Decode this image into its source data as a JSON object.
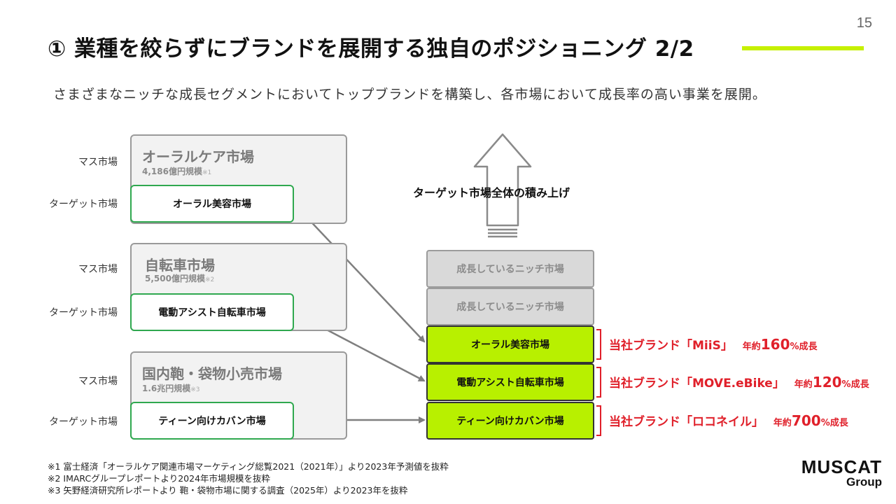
{
  "page_number": "15",
  "title": "① 業種を絞らずにブランドを展開する独自のポジショニング 2/2",
  "subtitle": "さまざまなニッチな成長セグメントにおいてトップブランドを構築し、各市場において成長率の高い事業を展開。",
  "colors": {
    "accent": "#c6f000",
    "green_box": "#b8f000",
    "target_border": "#2fa84f",
    "brand_red": "#e0202a"
  },
  "labels": {
    "mass": "マス市場",
    "target": "ターゲット市場"
  },
  "markets": [
    {
      "mass_name": "オーラルケア市場",
      "mass_size": "4,186億円規模",
      "note": "※1",
      "target": "オーラル美容市場"
    },
    {
      "mass_name": "自転車市場",
      "mass_size": "5,500億円規模",
      "note": "※2",
      "target": "電動アシスト自転車市場"
    },
    {
      "mass_name": "国内鞄・袋物小売市場",
      "mass_size": "1.6兆円規模",
      "note": "※3",
      "target": "ティーン向けカバン市場"
    }
  ],
  "stack": {
    "caption": "ターゲット市場全体の積み上げ",
    "arrow_icon": "up-arrow-icon",
    "grey": [
      "成長しているニッチ市場",
      "成長しているニッチ市場"
    ],
    "green": [
      "オーラル美容市場",
      "電動アシスト自転車市場",
      "ティーン向けカバン市場"
    ]
  },
  "brands": [
    {
      "prefix": "当社ブランド「MiiS」",
      "year": "年約",
      "rate": "160",
      "unit": "%",
      "suffix": "成長"
    },
    {
      "prefix": "当社ブランド「MOVE.eBike」",
      "year": "年約",
      "rate": "120",
      "unit": "%",
      "suffix": "成長"
    },
    {
      "prefix": "当社ブランド「ロコネイル」",
      "year": "年約",
      "rate": "700",
      "unit": "%",
      "suffix": "成長"
    }
  ],
  "footnotes": [
    "※1 富士経済「オーラルケア関連市場マーケティング総覧2021（2021年）」より2023年予測値を抜粋",
    "※2 IMARCグループレポートより2024年市場規模を抜粋",
    "※3 矢野経済研究所レポートより 鞄・袋物市場に関する調査（2025年）より2023年を抜粋"
  ],
  "logo": {
    "main": "MUSCAT",
    "sub": "Group"
  }
}
